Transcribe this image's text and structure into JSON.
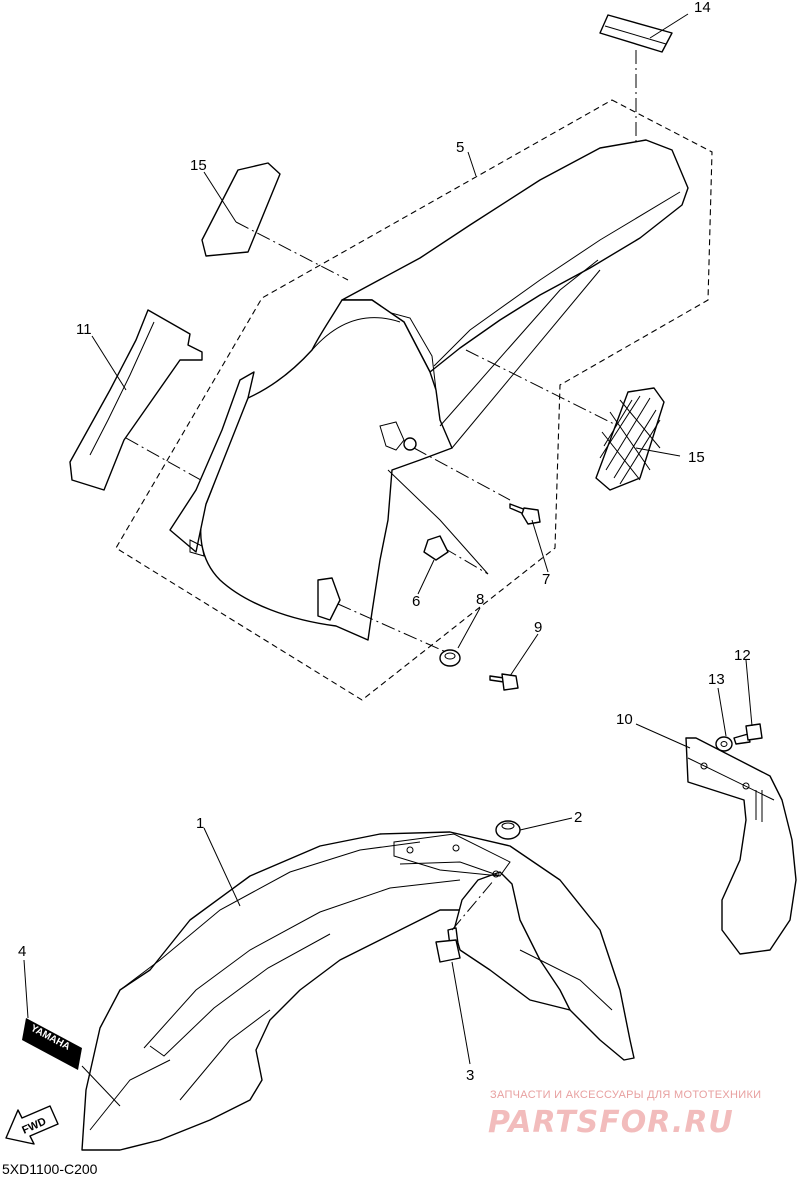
{
  "diagram": {
    "part_code": "5XD1100-C200",
    "callouts": {
      "p1": "1",
      "p2": "2",
      "p3": "3",
      "p4": "4",
      "p5": "5",
      "p6": "6",
      "p7": "7",
      "p8": "8",
      "p9": "9",
      "p10": "10",
      "p11": "11",
      "p12": "12",
      "p13": "13",
      "p14": "14",
      "p15a": "15",
      "p15b": "15"
    },
    "decal_text": "YAMAHA",
    "fwd_label": "FWD"
  },
  "watermark": {
    "tagline": "ЗАПЧАСТИ И АКСЕССУАРЫ ДЛЯ МОТОТЕХНИКИ",
    "brand": "PARTSFOR.RU",
    "color": "#e8a0a0"
  }
}
